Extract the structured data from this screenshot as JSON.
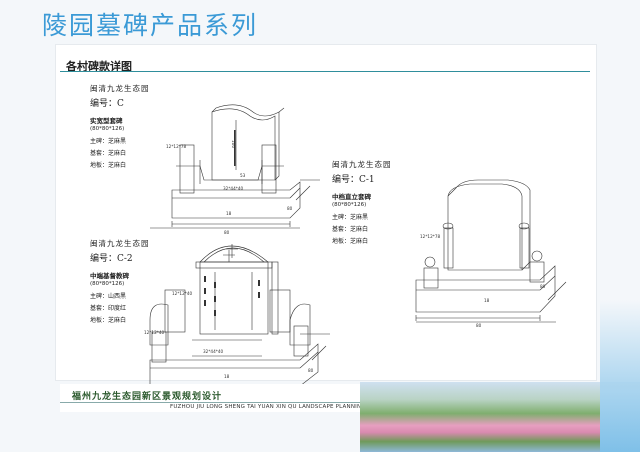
{
  "page_title": "陵园墓碑产品系列",
  "section_title": "各村碑款详图",
  "specs": [
    {
      "cemetery": "闽清九龙生态园",
      "code": "编号：C",
      "type": "实宽型套碑",
      "size": "(80*80*126)",
      "materials": [
        "主碑：芝麻黑",
        "基套：芝麻白",
        "地板：芝麻白"
      ]
    },
    {
      "cemetery": "闽清九龙生态园",
      "code": "编号：C-1",
      "type": "中档直立套碑",
      "size": "(80*80*126)",
      "materials": [
        "主碑：芝麻黑",
        "基套：芝麻白",
        "地板：芝麻白"
      ]
    },
    {
      "cemetery": "闽清九龙生态园",
      "code": "编号：C-2",
      "type": "中端基督教碑",
      "size": "(80*80*126)",
      "materials": [
        "主碑：山西黑",
        "基套：印度红",
        "地板：芝麻白"
      ]
    }
  ],
  "drawings": {
    "c": {
      "post": "12*12*78",
      "body": "53",
      "base": "32*44*40",
      "width": "18",
      "depth": "80",
      "front": "80",
      "tall": "100"
    },
    "c1": {
      "post": "12*12*78",
      "width": "18",
      "depth": "80",
      "front": "80"
    },
    "c2": {
      "post_top": "12*12*40",
      "post_side": "12*12*40",
      "base": "32*44*40",
      "width": "18",
      "depth": "80",
      "front": "80"
    }
  },
  "footer": {
    "title_cn": "福州九龙生态园新区景观规划设计",
    "title_en": "FUZHOU JIU LONG SHENG TAI YUAN XIN QU  LANDSCAPE PLANNING"
  },
  "colors": {
    "title": "#3b9ad6",
    "rule": "#2f8e9c"
  }
}
